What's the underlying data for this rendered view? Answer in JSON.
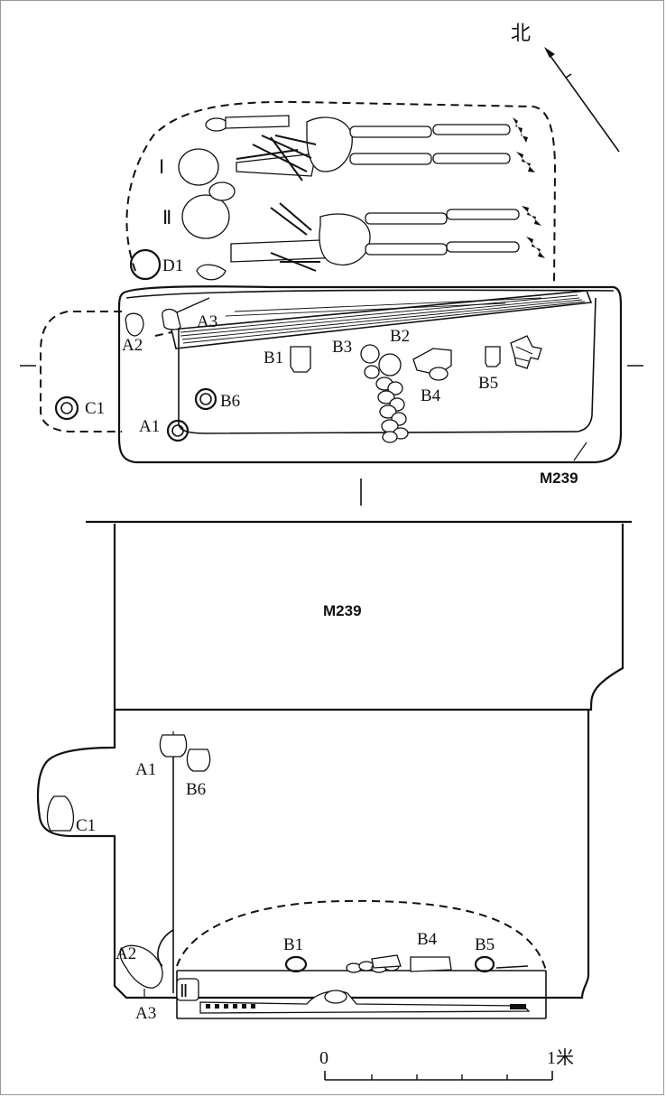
{
  "north": {
    "label": "北"
  },
  "plan": {
    "skeleton_labels": [
      "Ⅰ",
      "Ⅱ"
    ],
    "objects": {
      "D1": "D1",
      "A3": "A3",
      "A2": "A2",
      "A1": "A1",
      "B1": "B1",
      "B2": "B2",
      "B3": "B3",
      "B4": "B4",
      "B5": "B5",
      "B6": "B6",
      "C1": "C1"
    },
    "tomb_id": "M239"
  },
  "section": {
    "tomb_id": "M239",
    "objects": {
      "A1": "A1",
      "B6": "B6",
      "C1": "C1",
      "A2": "A2",
      "A3": "A3",
      "B1": "B1",
      "B4": "B4",
      "B5": "B5"
    },
    "skeleton_label": "Ⅱ"
  },
  "scale": {
    "zero": "0",
    "end": "1米"
  }
}
